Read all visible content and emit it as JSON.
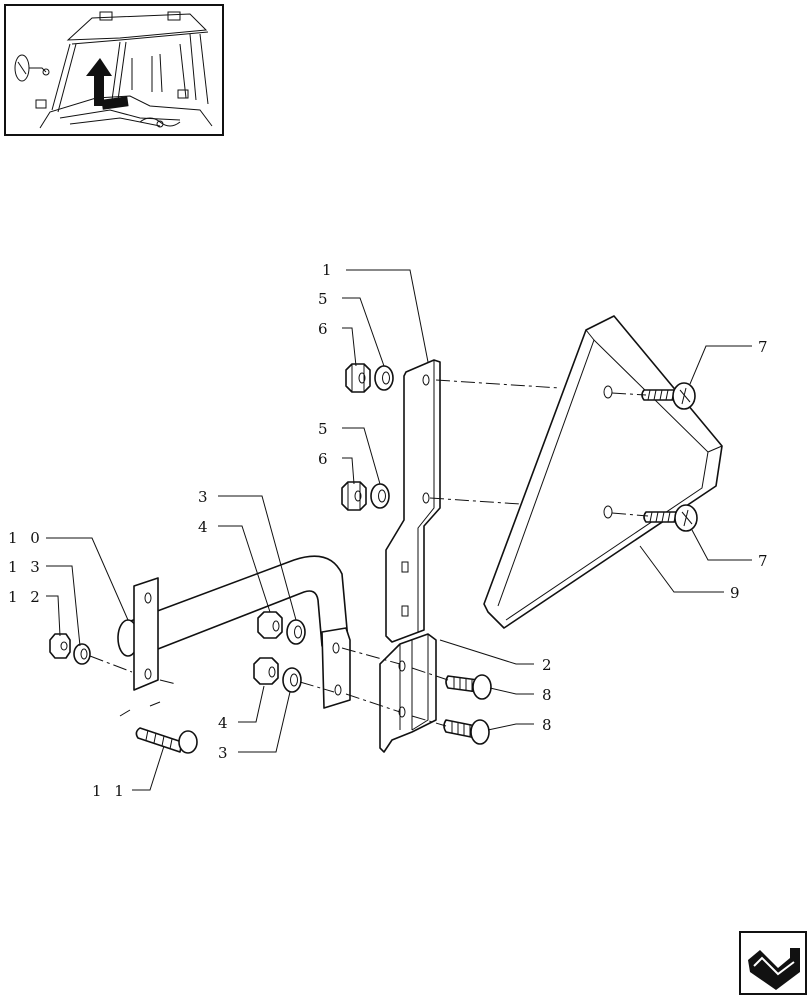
{
  "diagram": {
    "callouts": [
      {
        "id": "c1",
        "label": "1"
      },
      {
        "id": "c5a",
        "label": "5"
      },
      {
        "id": "c6a",
        "label": "6"
      },
      {
        "id": "c5b",
        "label": "5"
      },
      {
        "id": "c6b",
        "label": "6"
      },
      {
        "id": "c3a",
        "label": "3"
      },
      {
        "id": "c4a",
        "label": "4"
      },
      {
        "id": "c10",
        "label": "1 0"
      },
      {
        "id": "c13",
        "label": "1 3"
      },
      {
        "id": "c12",
        "label": "1 2"
      },
      {
        "id": "c4b",
        "label": "4"
      },
      {
        "id": "c3b",
        "label": "3"
      },
      {
        "id": "c11",
        "label": "1 1"
      },
      {
        "id": "c7a",
        "label": "7"
      },
      {
        "id": "c7b",
        "label": "7"
      },
      {
        "id": "c9",
        "label": "9"
      },
      {
        "id": "c2",
        "label": "2"
      },
      {
        "id": "c8a",
        "label": "8"
      },
      {
        "id": "c8b",
        "label": "8"
      }
    ]
  },
  "icons": {
    "thumbnail": "tractor-cab-thumbnail-icon",
    "navigation": "next-page-arrow-icon"
  }
}
